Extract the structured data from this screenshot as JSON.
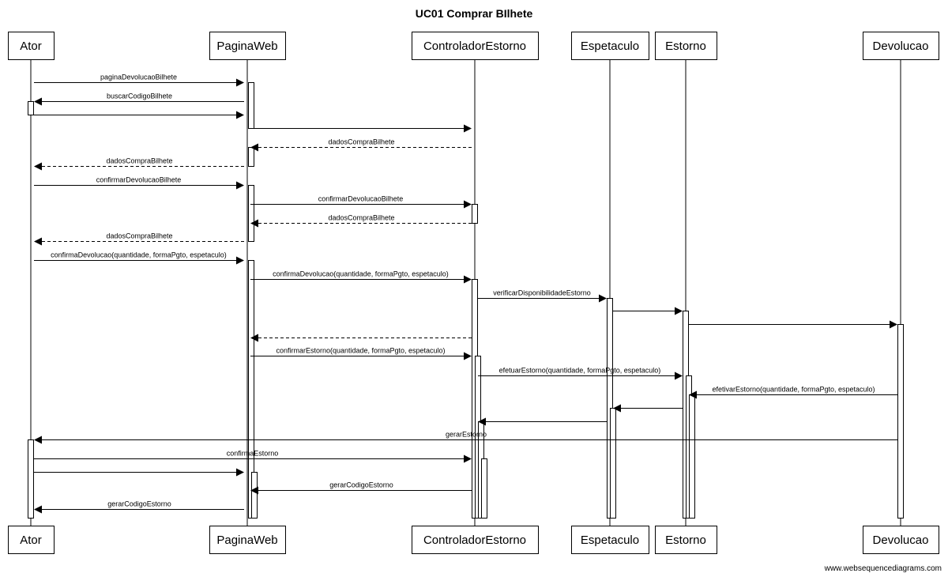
{
  "title": "UC01 Comprar BIlhete",
  "credit": "www.websequencediagrams.com",
  "participants": [
    {
      "id": "ator",
      "name": "Ator"
    },
    {
      "id": "paginaweb",
      "name": "PaginaWeb"
    },
    {
      "id": "controlador",
      "name": "ControladorEstorno"
    },
    {
      "id": "espetaculo",
      "name": "Espetaculo"
    },
    {
      "id": "estorno",
      "name": "Estorno"
    },
    {
      "id": "devolucao",
      "name": "Devolucao"
    }
  ],
  "messages": [
    {
      "from": "ator",
      "to": "paginaweb",
      "label": "paginaDevolucaoBilhete",
      "dashed": false
    },
    {
      "from": "paginaweb",
      "to": "ator",
      "label": "buscarCodigoBilhete",
      "dashed": false
    },
    {
      "from": "ator",
      "to": "paginaweb",
      "label": "",
      "dashed": false
    },
    {
      "from": "paginaweb",
      "to": "controlador",
      "label": "",
      "dashed": false
    },
    {
      "from": "controlador",
      "to": "paginaweb",
      "label": "dadosCompraBilhete",
      "dashed": true
    },
    {
      "from": "paginaweb",
      "to": "ator",
      "label": "dadosCompraBilhete",
      "dashed": true
    },
    {
      "from": "ator",
      "to": "paginaweb",
      "label": "confirmarDevolucaoBilhete",
      "dashed": false
    },
    {
      "from": "paginaweb",
      "to": "controlador",
      "label": "confirmarDevolucaoBilhete",
      "dashed": false
    },
    {
      "from": "controlador",
      "to": "paginaweb",
      "label": "dadosCompraBilhete",
      "dashed": true
    },
    {
      "from": "paginaweb",
      "to": "ator",
      "label": "dadosCompraBilhete",
      "dashed": true
    },
    {
      "from": "ator",
      "to": "paginaweb",
      "label": "confirmaDevolucao(quantidade, formaPgto, espetaculo)",
      "dashed": false
    },
    {
      "from": "paginaweb",
      "to": "controlador",
      "label": "confirmaDevolucao(quantidade, formaPgto, espetaculo)",
      "dashed": false
    },
    {
      "from": "controlador",
      "to": "espetaculo",
      "label": "verificarDisponibilidadeEstorno",
      "dashed": false
    },
    {
      "from": "espetaculo",
      "to": "estorno",
      "label": "",
      "dashed": false
    },
    {
      "from": "estorno",
      "to": "devolucao",
      "label": "",
      "dashed": false
    },
    {
      "from": "controlador",
      "to": "paginaweb",
      "label": "",
      "dashed": true
    },
    {
      "from": "paginaweb",
      "to": "controlador",
      "label": "confirmarEstorno(quantidade, formaPgto, espetaculo)",
      "dashed": false
    },
    {
      "from": "controlador",
      "to": "estorno",
      "label": "efetuarEstorno(quantidade, formaPgto, espetaculo)",
      "dashed": false
    },
    {
      "from": "devolucao",
      "to": "estorno",
      "label": "efetivarEstorno(quantidade, formaPgto, espetaculo)",
      "dashed": false
    },
    {
      "from": "estorno",
      "to": "espetaculo",
      "label": "",
      "dashed": false
    },
    {
      "from": "espetaculo",
      "to": "controlador",
      "label": "",
      "dashed": false
    },
    {
      "from": "devolucao",
      "to": "ator",
      "label": "gerarEstorno",
      "dashed": false
    },
    {
      "from": "ator",
      "to": "controlador",
      "label": "confirmaEstorno",
      "dashed": false
    },
    {
      "from": "ator",
      "to": "paginaweb",
      "label": "",
      "dashed": false
    },
    {
      "from": "controlador",
      "to": "paginaweb",
      "label": "gerarCodigoEstorno",
      "dashed": false
    },
    {
      "from": "paginaweb",
      "to": "ator",
      "label": "gerarCodigoEstorno",
      "dashed": false
    }
  ]
}
